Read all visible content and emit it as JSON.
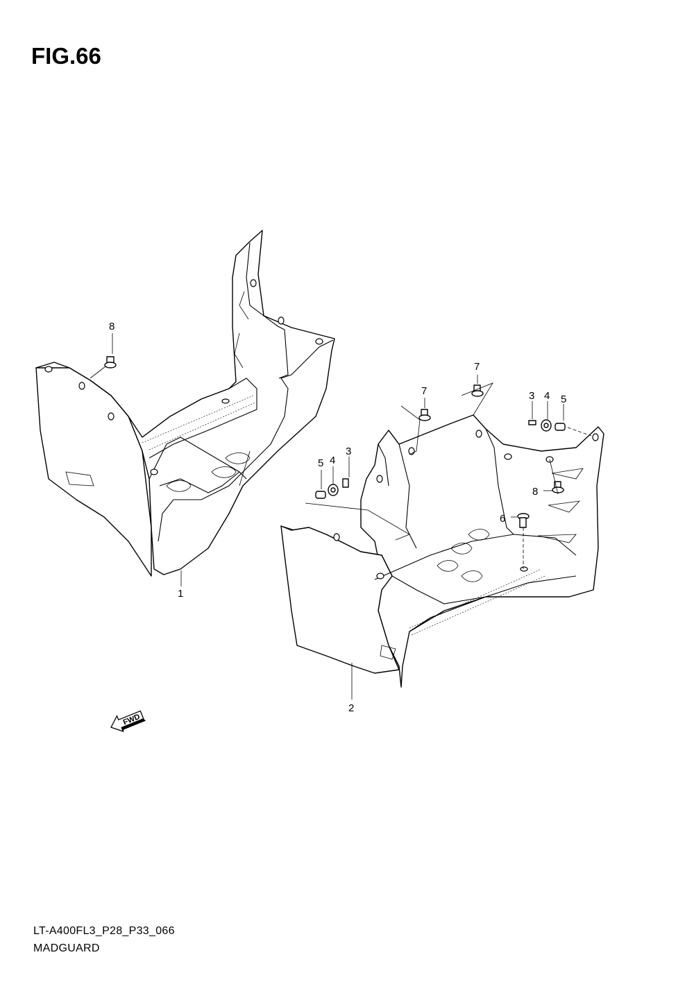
{
  "figure": {
    "title": "FIG.66",
    "code": "LT-A400FL3_P28_P33_066",
    "subtitle": "MADGUARD"
  },
  "fwd_label": "FWD",
  "callouts": [
    {
      "id": "c1",
      "label": "1"
    },
    {
      "id": "c2",
      "label": "2"
    },
    {
      "id": "c3a",
      "label": "3"
    },
    {
      "id": "c3b",
      "label": "3"
    },
    {
      "id": "c4a",
      "label": "4"
    },
    {
      "id": "c4b",
      "label": "4"
    },
    {
      "id": "c5a",
      "label": "5"
    },
    {
      "id": "c5b",
      "label": "5"
    },
    {
      "id": "c6",
      "label": "6"
    },
    {
      "id": "c7a",
      "label": "7"
    },
    {
      "id": "c7b",
      "label": "7"
    },
    {
      "id": "c8a",
      "label": "8"
    },
    {
      "id": "c8b",
      "label": "8"
    }
  ]
}
